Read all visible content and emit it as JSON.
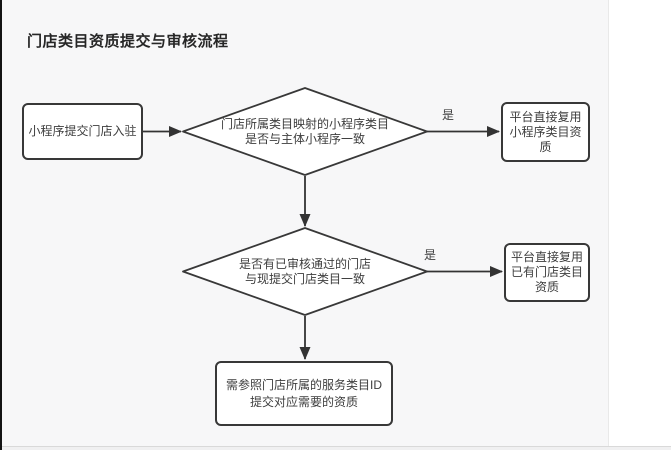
{
  "page": {
    "title": "门店类目资质提交与审核流程"
  },
  "flowchart": {
    "start": {
      "label": "小程序提交门店入驻"
    },
    "decision1": {
      "line1": "门店所属类目映射的小程序类目",
      "line2": "是否与主体小程序一致"
    },
    "result1": {
      "label": "平台直接复用小程序类目资质"
    },
    "decision2": {
      "line1": "是否有已审核通过的门店",
      "line2": "与现提交门店类目一致"
    },
    "result2": {
      "label": "平台直接复用已有门店类目资质"
    },
    "final": {
      "line1": "需参照门店所属的服务类目ID",
      "line2": "提交对应需要的资质"
    },
    "edge_labels": {
      "decision1_yes": "是",
      "decision2_yes": "是"
    }
  },
  "colors": {
    "stroke": "#333333",
    "node_fill": "#ffffff",
    "canvas_bg": "#f7f7f8",
    "text": "#3d3d3d"
  }
}
